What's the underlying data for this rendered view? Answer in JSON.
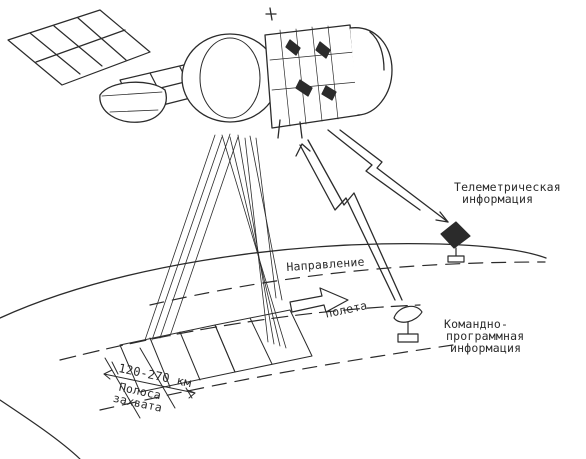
{
  "labels": {
    "direction": "Направление",
    "flight": "полета",
    "telemetry": [
      "Телеметрическая",
      "информация"
    ],
    "command": [
      "Командно-",
      "программная",
      "информация"
    ],
    "range": "120-270 км",
    "swath": [
      "Полоса",
      "захвата"
    ]
  },
  "colors": {
    "ink": "#2b2b2b",
    "background": "#ffffff"
  }
}
